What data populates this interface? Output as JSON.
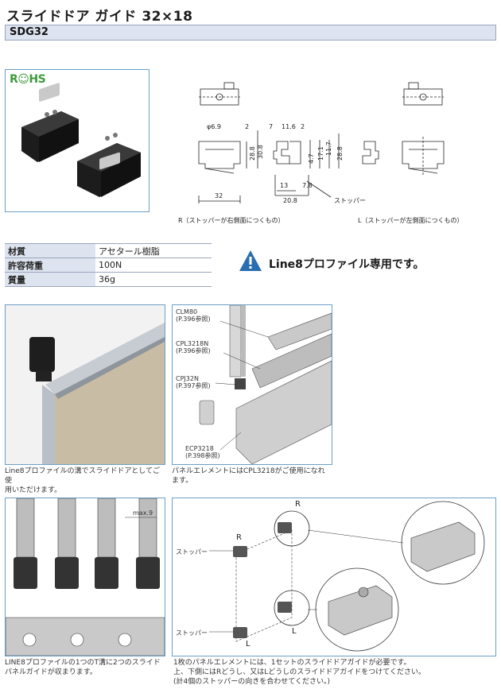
{
  "title": "スライドドア ガイド 32×18",
  "code": "SDG32",
  "rohs": "R☺HS",
  "drawing": {
    "dims": {
      "phi": "φ6.9",
      "d2a": "2",
      "d7": "7",
      "d116": "11.6",
      "d2b": "2",
      "d288": "28.8",
      "d308": "30.8",
      "d47": "4.7",
      "d171": "17.1",
      "d117": "11.7",
      "d288b": "28.8",
      "d13": "13",
      "d78": "7.8",
      "d208": "20.8",
      "d32": "32",
      "stopper": "ストッパー"
    },
    "caption_r": "R（ストッパーが右側面につくもの）",
    "caption_l": "L（ストッパーが左側面につくもの）"
  },
  "specs": [
    {
      "key": "材質",
      "value": "アセタール樹脂"
    },
    {
      "key": "許容荷重",
      "value": "100N"
    },
    {
      "key": "質量",
      "value": "36g"
    }
  ],
  "warning": "Line8プロファイル専用です。",
  "panel1": {
    "caption_line1": "Line8プロファイルの溝でスライドドアとしてご使",
    "caption_line2": "用いただけます。"
  },
  "panel2": {
    "labels": [
      {
        "name": "CLM80",
        "ref": "(P.396参照)"
      },
      {
        "name": "CPL3218N",
        "ref": "(P.396参照)"
      },
      {
        "name": "CPJ32N",
        "ref": "(P.397参照)"
      },
      {
        "name": "ECP3218",
        "ref": "(P.398参照)"
      }
    ],
    "caption_line1": "パネルエレメントにはCPL3218がご使用になれ",
    "caption_line2": "ます。"
  },
  "panel3": {
    "max_label": "max.9",
    "caption_line1": "LINE8プロファイルの1つのT溝に2つのスライド",
    "caption_line2": "パネルガイドが収まります。"
  },
  "panel4": {
    "label_r1": "R",
    "label_r2": "R",
    "label_l1": "L",
    "label_l2": "L",
    "stopper1": "ストッパー",
    "stopper2": "ストッパー"
  },
  "bottom_note": {
    "line1": "1枚のパネルエレメントには、1セットのスライドドアガイドが必要です。",
    "line2": "上、下側にはRどうし、又はLどうしのスライドドアガイドをつけてください。",
    "line3": "(計4個のストッパーの向きを合わせてください。)"
  },
  "colors": {
    "accent_blue": "#2a6db0",
    "header_bg": "#dde3ef",
    "panel_border": "#6ca0c8"
  }
}
